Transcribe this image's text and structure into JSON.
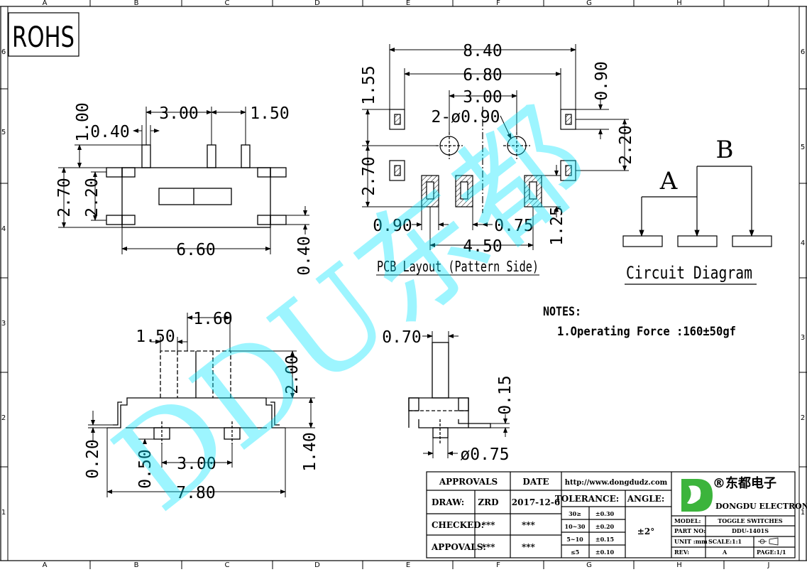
{
  "grid": {
    "columns": [
      "A",
      "B",
      "C",
      "D",
      "E",
      "F",
      "G",
      "H",
      "J"
    ],
    "rows": [
      "6",
      "5",
      "4",
      "3",
      "2",
      "1"
    ]
  },
  "rohs": "ROHS",
  "watermark": "DDU东都",
  "top_view": {
    "dim_300": "3.00",
    "dim_150": "1.50",
    "dim_100": "1.00",
    "dim_040": "0.40",
    "dim_270": "2.70",
    "dim_220": "2.20",
    "dim_660": "6.60",
    "dim_040b": "0.40"
  },
  "pcb": {
    "dim_840": "8.40",
    "dim_680": "6.80",
    "dim_300": "3.00",
    "dim_hole": "2-ø0.90",
    "dim_155": "1.55",
    "dim_090v": "0.90",
    "dim_220": "2.20",
    "dim_270": "2.70",
    "dim_090": "0.90",
    "dim_075": "0.75",
    "dim_450": "4.50",
    "dim_125": "1.25",
    "caption": "PCB Layout (Pattern Side)"
  },
  "circuit": {
    "label_a": "A",
    "label_b": "B",
    "caption": "Circuit Diagram"
  },
  "notes": {
    "title": "NOTES:",
    "item1": "1.Operating Force :160±50gf"
  },
  "front_view": {
    "dim_150": "1.50",
    "dim_160": "1.60",
    "dim_200": "2.00",
    "dim_020": "0.20",
    "dim_050": "0.50",
    "dim_300": "3.00",
    "dim_140": "1.40",
    "dim_780": "7.80"
  },
  "side_view": {
    "dim_070": "0.70",
    "dim_015": "0.15",
    "dim_075": "ø0.75"
  },
  "title_block": {
    "approvals": "APPROVALS",
    "date": "DATE",
    "url": "http://www.dongdudz.com",
    "draw": "DRAW:",
    "draw_name": "ZRD",
    "draw_date": "2017-12-6",
    "checked": "CHECKED:",
    "checked_name": "***",
    "checked_date": "***",
    "appovals": "APPOVALS:",
    "appovals_name": "***",
    "appovals_date": "***",
    "tolerance": "TOLERANCE:",
    "angle": "ANGLE:",
    "angle_value": "±2°",
    "tol_rows": [
      {
        "range": "30≥",
        "value": "±0.30"
      },
      {
        "range": "10~30",
        "value": "±0.20"
      },
      {
        "range": "5~10",
        "value": "±0.15"
      },
      {
        "range": "≤5",
        "value": "±0.10"
      }
    ],
    "brand_cn": "®东都电子",
    "brand_en": "DONGDU ELECTRONICS",
    "model_label": "MODEL:",
    "model_value": "TOGGLE SWITCHES",
    "part_label": "PART NO:",
    "part_value": "DDU-1401S",
    "unit_label": "UNIT :mm",
    "scale_label": "SCALE:1:1",
    "rev_label": "REV:",
    "rev_value": "A",
    "page_label": "PAGE:1/1"
  }
}
